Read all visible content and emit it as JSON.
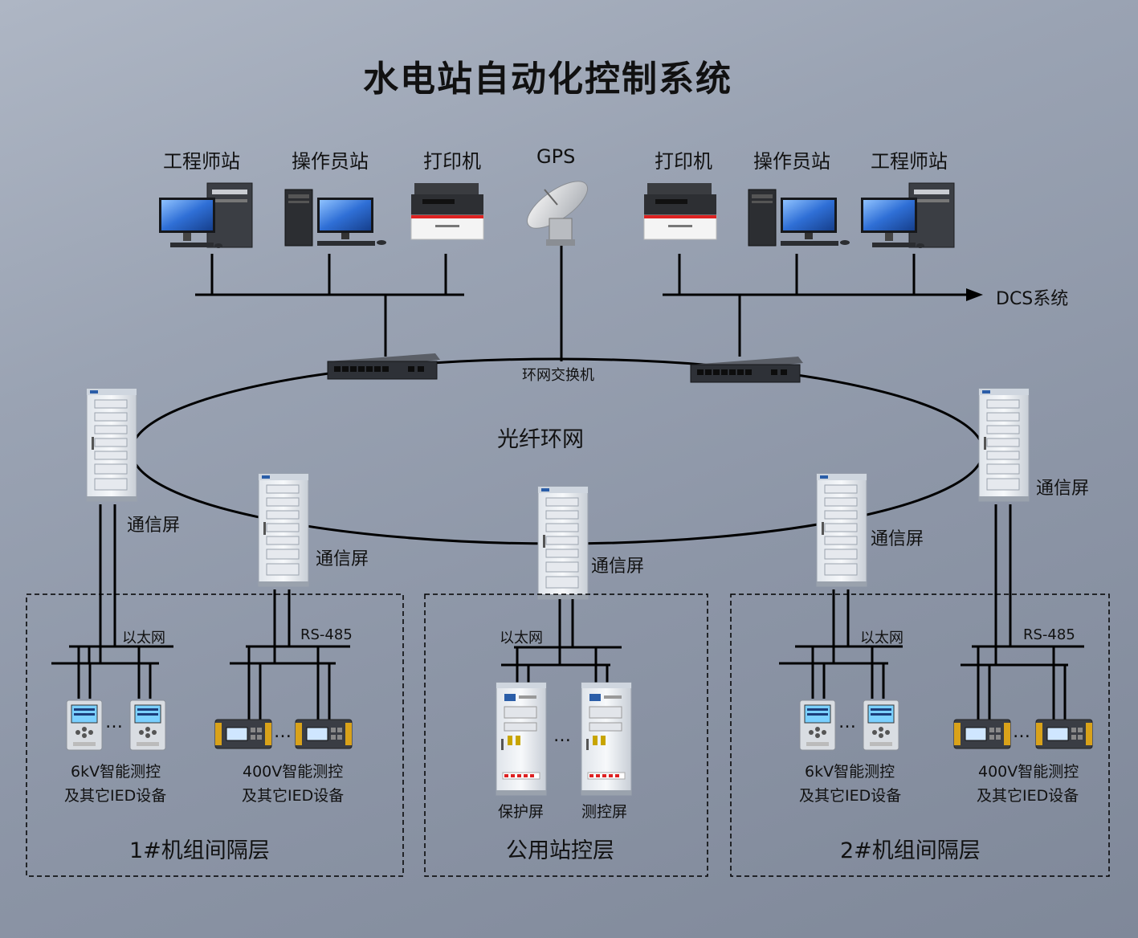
{
  "title": "水电站自动化控制系统",
  "top_devices": [
    {
      "label": "工程师站",
      "icon": "engineer-workstation-icon"
    },
    {
      "label": "操作员站",
      "icon": "operator-workstation-icon"
    },
    {
      "label": "打印机",
      "icon": "printer-icon"
    },
    {
      "label": "GPS",
      "icon": "gps-antenna-icon"
    },
    {
      "label": "打印机",
      "icon": "printer-icon"
    },
    {
      "label": "操作员站",
      "icon": "operator-workstation-icon"
    },
    {
      "label": "工程师站",
      "icon": "engineer-workstation-icon"
    }
  ],
  "dcs_label": "DCS系统",
  "switch_label": "环网交换机",
  "ring_label": "光纤环网",
  "comm_screen_label": "通信屏",
  "groups": {
    "unit1": {
      "title": "1#机组间隔层",
      "ethernet": "以太网",
      "rs485": "RS-485",
      "dev_6kv": [
        "6kV智能测控",
        "及其它IED设备"
      ],
      "dev_400v": [
        "400V智能测控",
        "及其它IED设备"
      ]
    },
    "public": {
      "title": "公用站控层",
      "ethernet": "以太网",
      "protect": "保护屏",
      "measure": "测控屏"
    },
    "unit2": {
      "title": "2#机组间隔层",
      "ethernet": "以太网",
      "rs485": "RS-485",
      "dev_6kv": [
        "6kV智能测控",
        "及其它IED设备"
      ],
      "dev_400v": [
        "400V智能测控",
        "及其它IED设备"
      ]
    }
  },
  "ellipsis": "…",
  "colors": {
    "line": "#000000",
    "screen": "#2f6fd6",
    "cabinet": "#eef1f5"
  }
}
